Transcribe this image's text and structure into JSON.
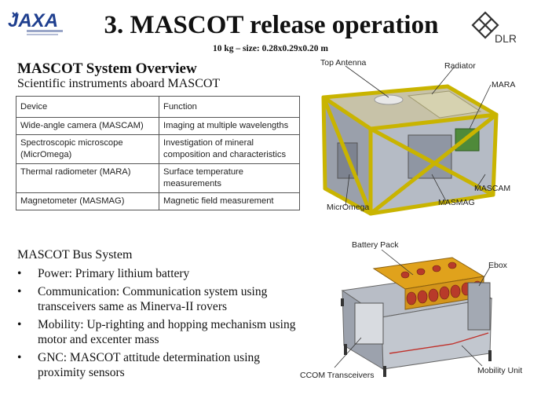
{
  "header": {
    "title": "3. MASCOT release operation",
    "subtitle": "10 kg – size: 0.28x0.29x0.20 m",
    "left_logo_text": "JAXA",
    "right_logo_text": "DLR"
  },
  "overview": {
    "heading": "MASCOT System Overview",
    "subheading": "Scientific instruments aboard MASCOT",
    "table": {
      "headers": [
        "Device",
        "Function"
      ],
      "rows": [
        {
          "device": "Wide-angle camera (MASCAM)",
          "function": "Imaging at multiple wavelengths"
        },
        {
          "device": "Spectroscopic microscope (MicrOmega)",
          "function": "Investigation of mineral composition and characteristics"
        },
        {
          "device": "Thermal radiometer (MARA)",
          "function": "Surface temperature measurements"
        },
        {
          "device": "Magnetometer (MASMAG)",
          "function": "Magnetic field measurement"
        }
      ]
    }
  },
  "bus": {
    "heading": "MASCOT Bus System",
    "bullet": "•",
    "items": [
      {
        "label": "Power: Primary lithium battery"
      },
      {
        "label": "Communication: Communication system using transceivers same as Minerva-II rovers"
      },
      {
        "label": "Mobility: Up-righting and hopping mechanism using motor and excenter mass"
      },
      {
        "label": "GNC: MASCOT attitude determination using proximity sensors"
      }
    ]
  },
  "figure_top": {
    "labels": {
      "top_antenna": "Top Antenna",
      "radiator": "Radiator",
      "mara": "MARA",
      "mascam": "MASCAM",
      "micromega": "MicrOmega",
      "masmag": "MASMAG"
    }
  },
  "figure_bottom": {
    "labels": {
      "battery_pack": "Battery Pack",
      "ebox": "Ebox",
      "ccom": "CCOM Transceivers",
      "mobility_unit": "Mobility Unit"
    }
  },
  "colors": {
    "jaxa_blue": "#1f3f8f",
    "dlr_gray": "#333333",
    "frame_yellow": "#c9b400",
    "panel_silver": "#a7adb8",
    "battery_orange": "#e0a21c",
    "cell_red": "#b83a2a"
  },
  "icons": {
    "left_logo": "jaxa-logo",
    "right_logo": "dlr-logo"
  }
}
